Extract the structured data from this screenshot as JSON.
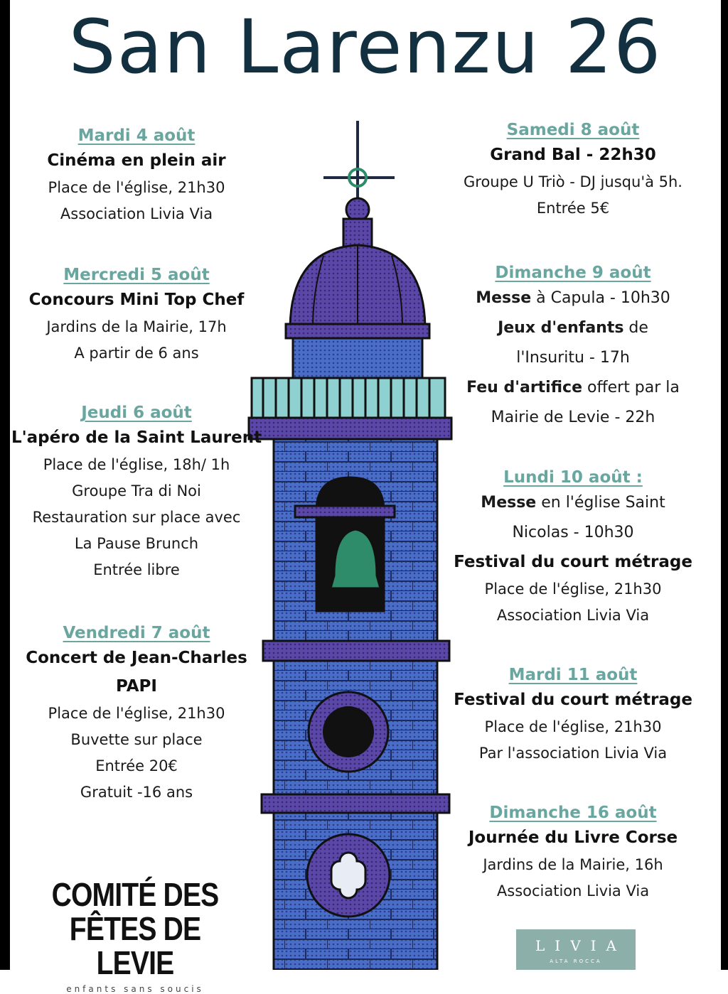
{
  "title": "San Larenzu 26",
  "colors": {
    "title": "#123040",
    "date": "#6aa6a0",
    "tower_blue": "#4a6ec8",
    "tower_purple": "#5b47a8",
    "bell_green": "#2e8c6a"
  },
  "left_events": [
    {
      "date": "Mardi 4 août",
      "name": "Cinéma en plein air",
      "lines": [
        "Place de l'église, 21h30",
        "Association Livia Via"
      ]
    },
    {
      "date": "Mercredi 5 août",
      "name": "Concours Mini Top Chef",
      "lines": [
        "Jardins de la Mairie, 17h",
        "A partir de 6 ans"
      ]
    },
    {
      "date": "Jeudi 6 août",
      "name": "L'apéro de la Saint Laurent",
      "lines": [
        "Place de l'église, 18h/ 1h",
        "Groupe Tra di Noi",
        "Restauration sur place avec",
        "La Pause Brunch",
        "Entrée libre"
      ]
    },
    {
      "date": "Vendredi 7 août",
      "name": "Concert de Jean-Charles",
      "name2": "PAPI",
      "lines": [
        "Place de l'église, 21h30",
        "Buvette sur place",
        "Entrée 20€",
        "Gratuit -16 ans"
      ]
    }
  ],
  "right_events": {
    "sam": {
      "date": "Samedi 8 août",
      "name": "Grand Bal - 22h30",
      "lines": [
        "Groupe U Triò - DJ jusqu'à 5h.",
        "Entrée 5€"
      ]
    },
    "dim9": {
      "date": "Dimanche 9 août",
      "l1b": "Messe",
      "l1": " à Capula - 10h30",
      "l2b": "Jeux d'enfants",
      "l2": " de",
      "l3": "l'Insuritu - 17h",
      "l4b": "Feu d'artifice",
      "l4": " offert par la",
      "l5": "Mairie de Levie - 22h"
    },
    "lun": {
      "date": "Lundi 10 août :",
      "l1b": "Messe",
      "l1": " en l'église Saint",
      "l2": "Nicolas - 10h30",
      "name": "Festival du court métrage",
      "lines": [
        "Place de l'église, 21h30",
        "Association Livia Via"
      ]
    },
    "mar": {
      "date": "Mardi 11 août",
      "name": "Festival du court métrage",
      "lines": [
        "Place de l'église, 21h30",
        "Par l'association Livia Via"
      ]
    },
    "dim16": {
      "date": "Dimanche 16 août",
      "name": "Journée du Livre Corse",
      "lines": [
        "Jardins de la Mairie, 16h",
        "Association Livia Via"
      ]
    }
  },
  "logos": {
    "comite_line1": "COMITÉ DES",
    "comite_line2": "FÊTES DE LEVIE",
    "comite_sub": "enfants sans soucis",
    "livia_main": "LIVIA",
    "livia_sub": "ALTA ROCCA"
  }
}
